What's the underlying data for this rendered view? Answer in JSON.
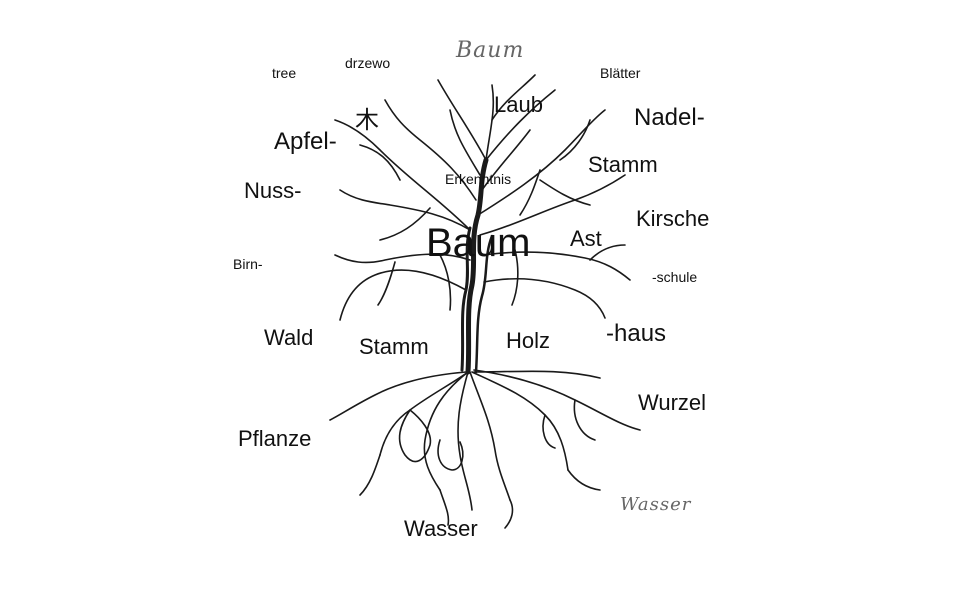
{
  "words": [
    {
      "id": "tree",
      "text": "tree"
    },
    {
      "id": "drzewo",
      "text": "drzewo"
    },
    {
      "id": "kanji",
      "text": "木"
    },
    {
      "id": "laub",
      "text": "Laub"
    },
    {
      "id": "blaetter",
      "text": "Blätter"
    },
    {
      "id": "nadel",
      "text": "Nadel-"
    },
    {
      "id": "apfel",
      "text": "Apfel-"
    },
    {
      "id": "stamm-top",
      "text": "Stamm"
    },
    {
      "id": "erkenntnis",
      "text": "Erkenntnis"
    },
    {
      "id": "nuss",
      "text": "Nuss-"
    },
    {
      "id": "kirsche",
      "text": "Kirsche"
    },
    {
      "id": "baum-center",
      "text": "Baum"
    },
    {
      "id": "ast",
      "text": "Ast"
    },
    {
      "id": "birn",
      "text": "Birn-"
    },
    {
      "id": "schule",
      "text": "-schule"
    },
    {
      "id": "wald",
      "text": "Wald"
    },
    {
      "id": "stamm-mid",
      "text": "Stamm"
    },
    {
      "id": "holz",
      "text": "Holz"
    },
    {
      "id": "haus",
      "text": "-haus"
    },
    {
      "id": "wurzel",
      "text": "Wurzel"
    },
    {
      "id": "pflanze",
      "text": "Pflanze"
    },
    {
      "id": "wasser",
      "text": "Wasser"
    }
  ],
  "handwritten": {
    "baum": "Baum",
    "wasser": "Wasser"
  },
  "colors": {
    "ink": "#111111",
    "pencil": "#666666",
    "background": "#ffffff"
  }
}
